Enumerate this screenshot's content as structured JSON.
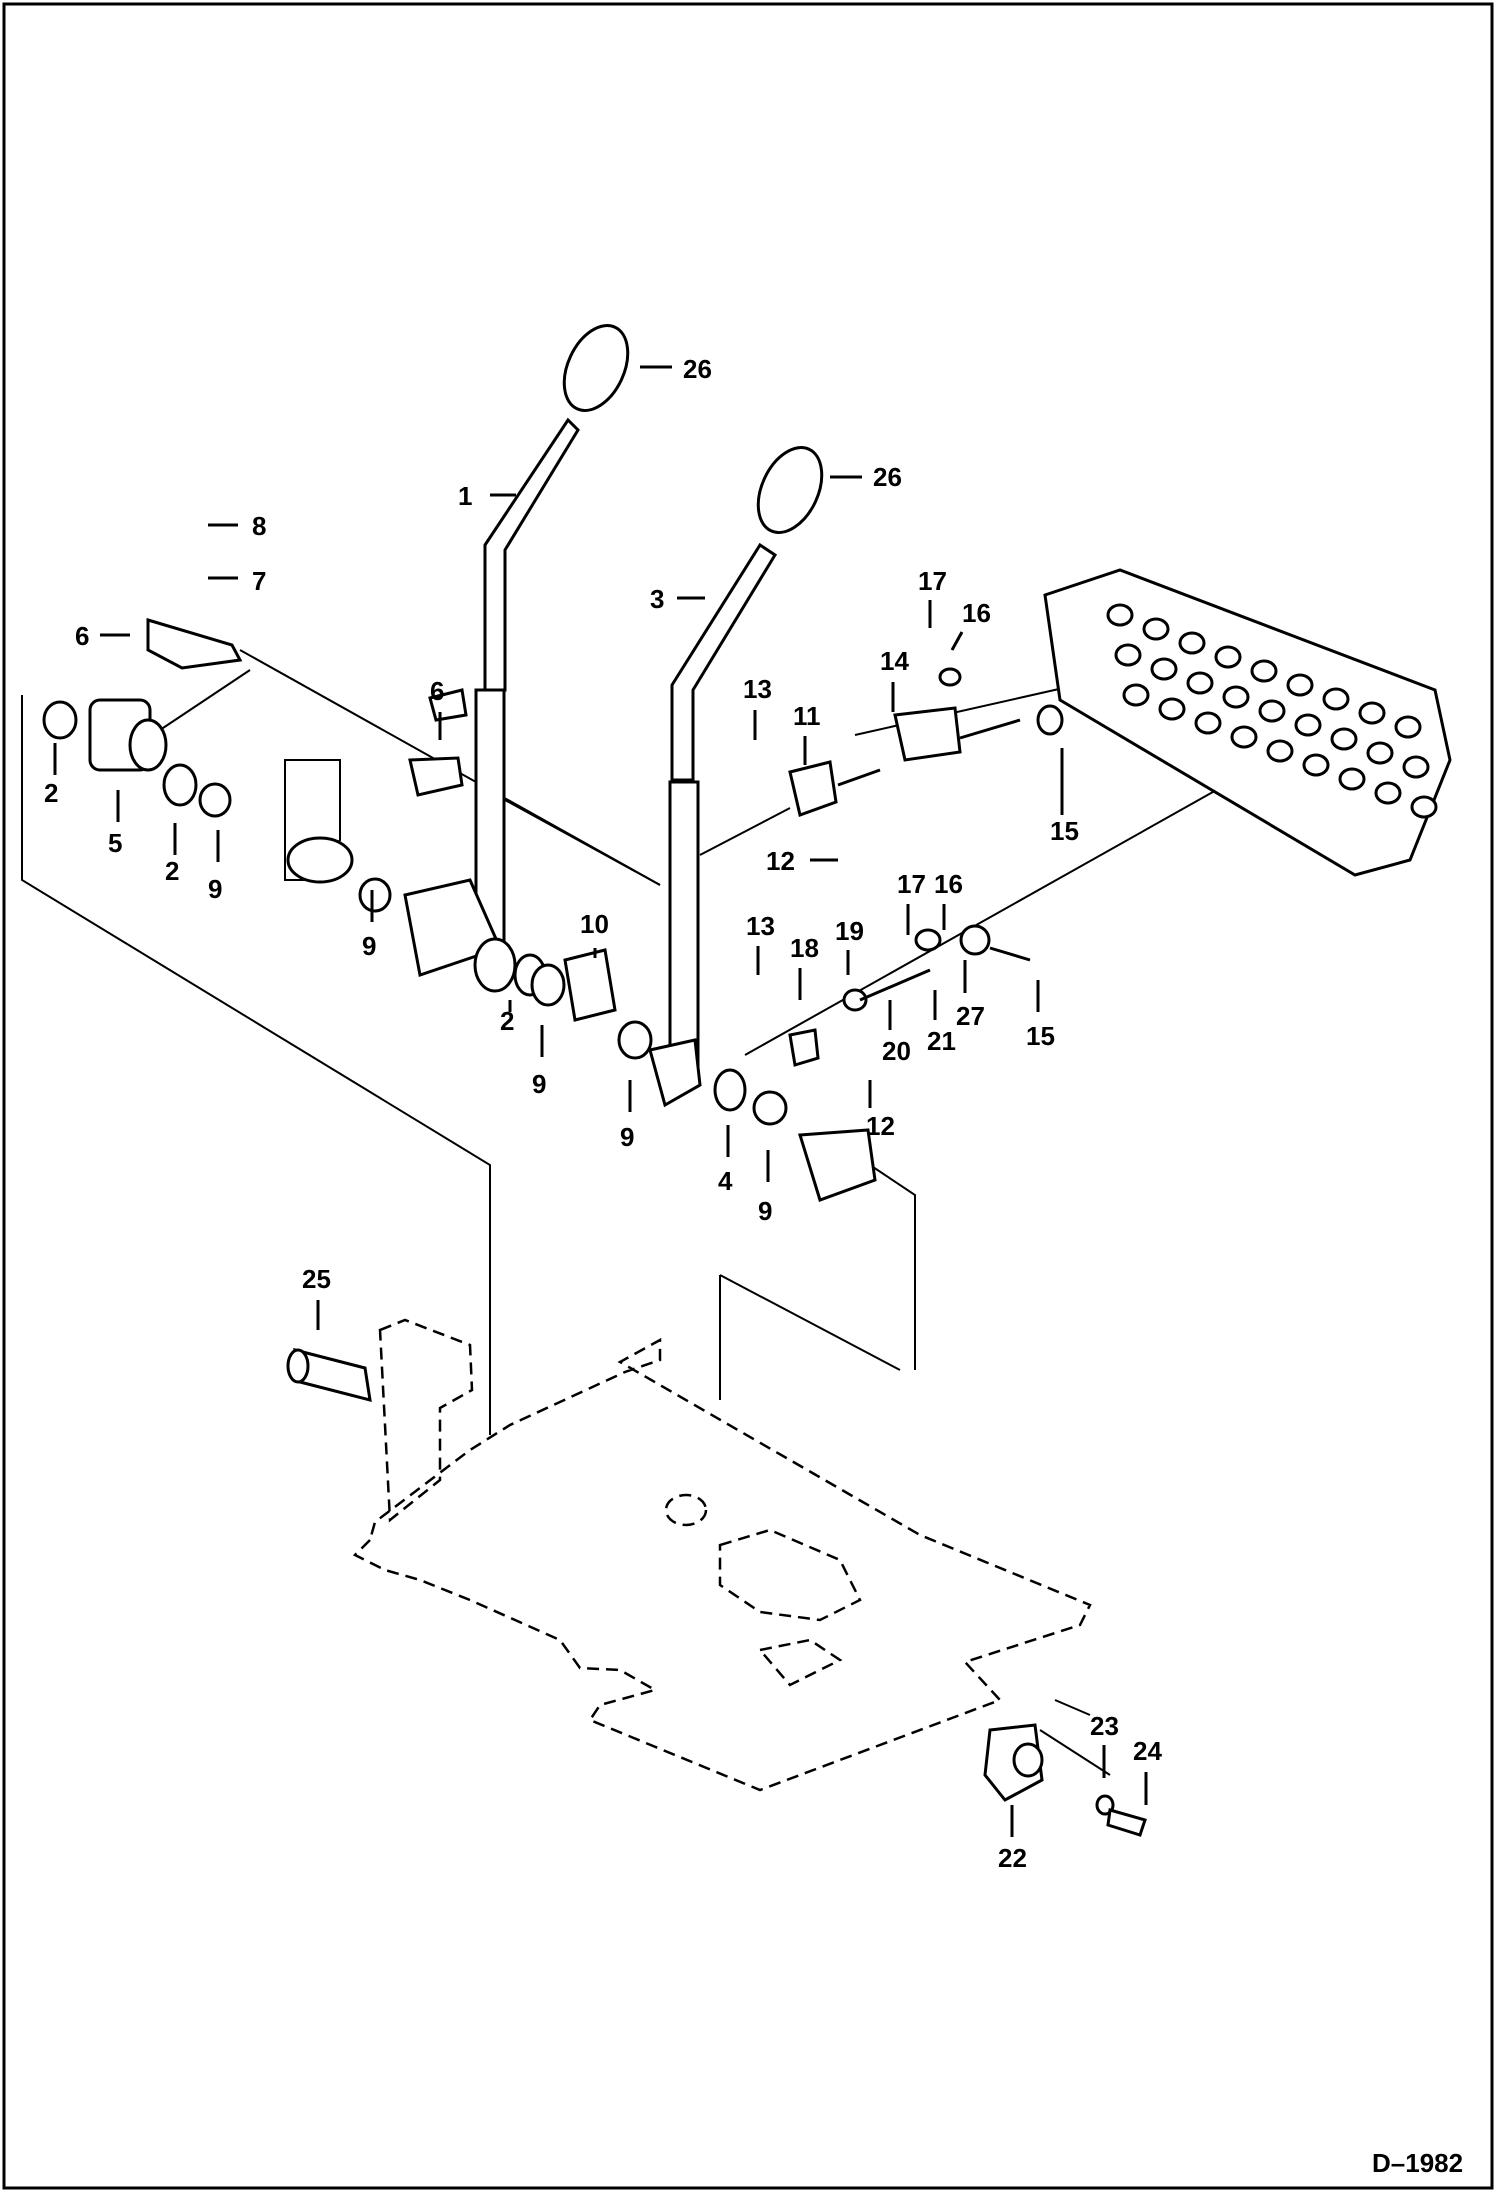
{
  "diagram": {
    "drawing_reference": "D–1982",
    "callouts": [
      {
        "id": "c26a",
        "label": "26"
      },
      {
        "id": "c26b",
        "label": "26"
      },
      {
        "id": "c1",
        "label": "1"
      },
      {
        "id": "c3",
        "label": "3"
      },
      {
        "id": "c8",
        "label": "8"
      },
      {
        "id": "c7",
        "label": "7"
      },
      {
        "id": "c6a",
        "label": "6"
      },
      {
        "id": "c6b",
        "label": "6"
      },
      {
        "id": "c2a",
        "label": "2"
      },
      {
        "id": "c5",
        "label": "5"
      },
      {
        "id": "c2b",
        "label": "2"
      },
      {
        "id": "c9a",
        "label": "9"
      },
      {
        "id": "c9b",
        "label": "9"
      },
      {
        "id": "c2c",
        "label": "2"
      },
      {
        "id": "c9c",
        "label": "9"
      },
      {
        "id": "c10",
        "label": "10"
      },
      {
        "id": "c9d",
        "label": "9"
      },
      {
        "id": "c4",
        "label": "4"
      },
      {
        "id": "c9e",
        "label": "9"
      },
      {
        "id": "c13a",
        "label": "13"
      },
      {
        "id": "c11",
        "label": "11"
      },
      {
        "id": "c12a",
        "label": "12"
      },
      {
        "id": "c14",
        "label": "14"
      },
      {
        "id": "c17a",
        "label": "17"
      },
      {
        "id": "c16a",
        "label": "16"
      },
      {
        "id": "c15a",
        "label": "15"
      },
      {
        "id": "c17b",
        "label": "17"
      },
      {
        "id": "c16b",
        "label": "16"
      },
      {
        "id": "c13b",
        "label": "13"
      },
      {
        "id": "c18",
        "label": "18"
      },
      {
        "id": "c19",
        "label": "19"
      },
      {
        "id": "c20",
        "label": "20"
      },
      {
        "id": "c21",
        "label": "21"
      },
      {
        "id": "c27",
        "label": "27"
      },
      {
        "id": "c15b",
        "label": "15"
      },
      {
        "id": "c12b",
        "label": "12"
      },
      {
        "id": "c25",
        "label": "25"
      },
      {
        "id": "c22",
        "label": "22"
      },
      {
        "id": "c23",
        "label": "23"
      },
      {
        "id": "c24",
        "label": "24"
      }
    ]
  }
}
